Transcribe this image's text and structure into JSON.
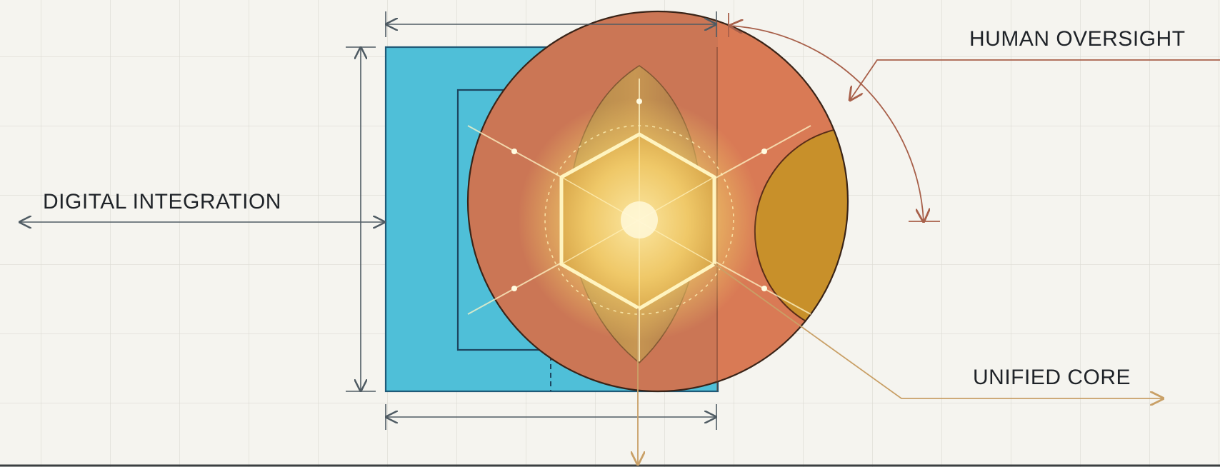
{
  "labels": {
    "digital_integration": "DIGITAL INTEGRATION",
    "human_oversight": "HUMAN OVERSIGHT",
    "unified_core": "UNIFIED CORE"
  },
  "colors": {
    "background": "#f5f4ef",
    "grid_line": "#dcdbd3",
    "digital_blue": "#4fbfd8",
    "human_orange": "#d97a55",
    "inner_ochre": "#c8902a",
    "core_gold": "#f2cd68",
    "dimension_line": "#4f5b63",
    "human_arc": "#a8604a",
    "core_pointer": "#c9a067"
  }
}
